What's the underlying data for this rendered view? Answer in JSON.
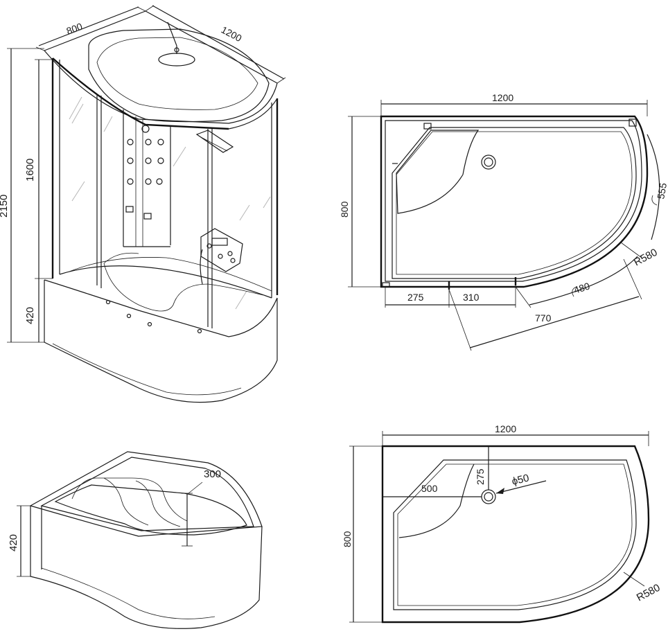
{
  "cabin_view": {
    "depth": "800",
    "width": "1200",
    "total_height": "2150",
    "glass_height": "1600",
    "tray_height": "420"
  },
  "plan_top": {
    "width": "1200",
    "depth": "800",
    "seg_left": "275",
    "seg_door": "310",
    "diag": "770",
    "arc_a": "555",
    "arc_b": "480",
    "radius": "R580"
  },
  "tray_view": {
    "seat_height": "300",
    "tray_height": "420"
  },
  "plan_bottom": {
    "width": "1200",
    "depth": "800",
    "drain_x": "500",
    "drain_y": "275",
    "drain_diameter": "ϕ50",
    "radius": "R580"
  }
}
